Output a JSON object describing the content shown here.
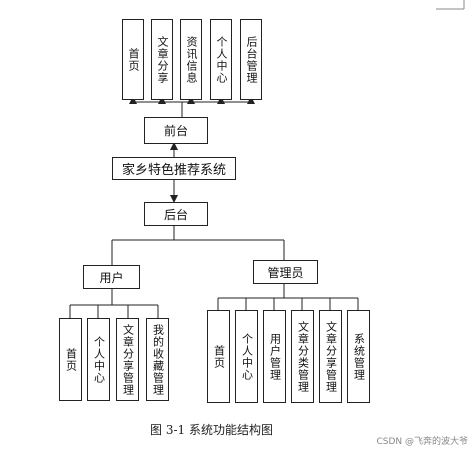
{
  "diagram": {
    "front_label": "前台",
    "front_modules": [
      "首页",
      "文章分享",
      "资讯信息",
      "个人中心",
      "后台管理"
    ],
    "system_label": "家乡特色推荐系统",
    "back_label": "后台",
    "user_label": "用户",
    "user_modules": [
      "首页",
      "个人中心",
      "文章分享管理",
      "我的收藏管理"
    ],
    "admin_label": "管理员",
    "admin_modules": [
      "首页",
      "个人中心",
      "用户管理",
      "文章分类管理",
      "文章分享管理",
      "系统管理"
    ]
  },
  "caption": "图 3-1 系统功能结构图",
  "watermark": "CSDN @飞奔的波大爷",
  "colors": {
    "line": "#222222",
    "text": "#111111"
  }
}
